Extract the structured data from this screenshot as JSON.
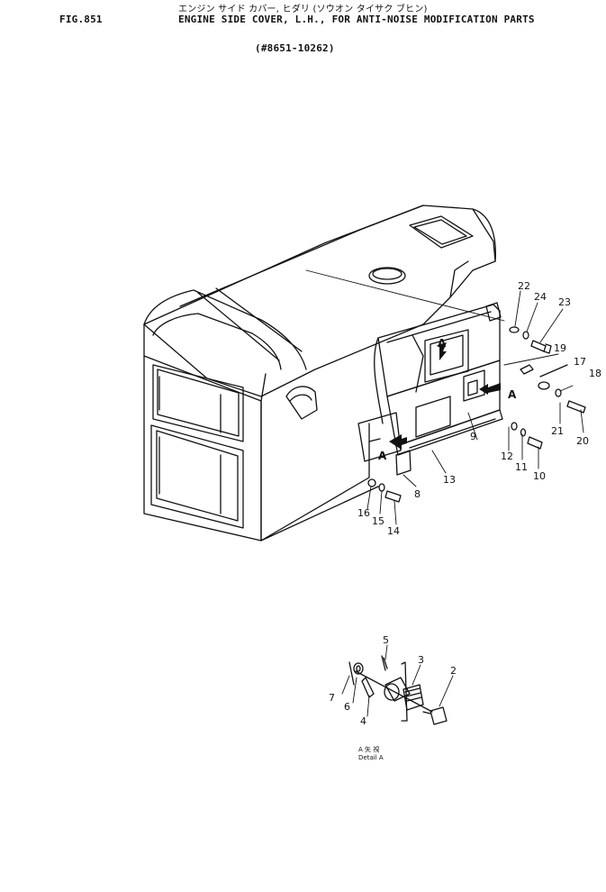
{
  "header": {
    "fig_number": "FIG.851",
    "title_jp": "エンジン サイド カバー, ヒダリ (ソウオン タイサク ブヒン)",
    "title_en": "ENGINE SIDE COVER, L.H., FOR ANTI-NOISE MODIFICATION PARTS",
    "serial": "(#8651-10262)"
  },
  "callouts": {
    "c2": "2",
    "c3": "3",
    "c4": "4",
    "c5": "5",
    "c6": "6",
    "c7": "7",
    "c8": "8",
    "c9": "9",
    "c10": "10",
    "c11": "11",
    "c12": "12",
    "c13": "13",
    "c14": "14",
    "c15": "15",
    "c16": "16",
    "c17": "17",
    "c18": "18",
    "c19": "19",
    "c20": "20",
    "c21": "21",
    "c22": "22",
    "c23": "23",
    "c24": "24"
  },
  "view_markers": {
    "a1": "A",
    "a2": "A",
    "a3": "A"
  },
  "detail": {
    "caption_jp": "A 矢 視",
    "caption_en": "Detail A"
  },
  "colors": {
    "ink": "#111111",
    "paper": "#ffffff"
  }
}
